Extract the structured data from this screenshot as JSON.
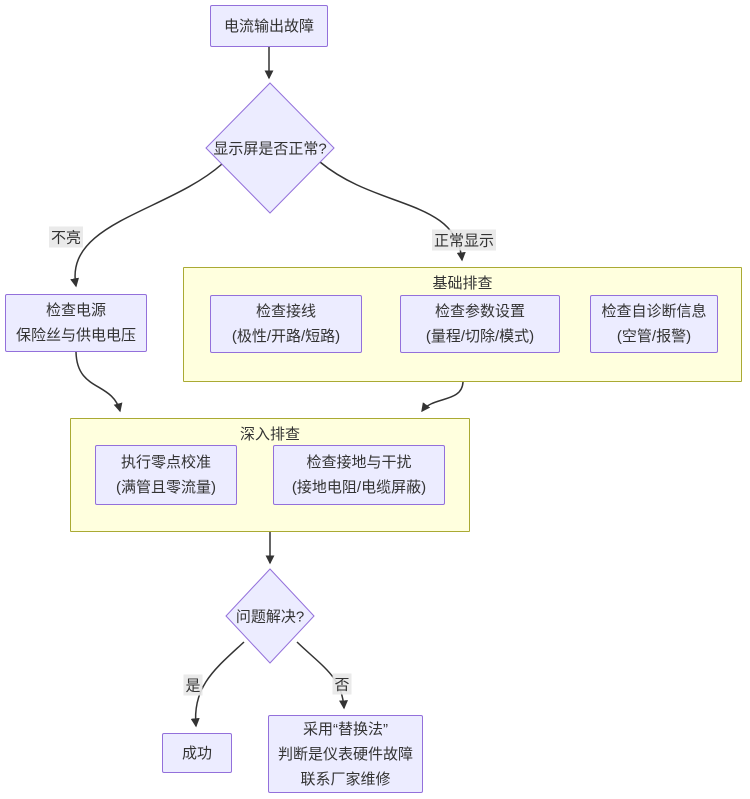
{
  "diagram": {
    "type": "flowchart",
    "title_concept": "电流输出故障排查流程",
    "colors": {
      "node_fill": "#ECECFF",
      "node_border": "#9370DB",
      "cluster_fill": "#FFFFDE",
      "cluster_border": "#AAAA33",
      "edge_color": "#333333",
      "edge_label_bg": "#E8E8E8",
      "text_color": "#333333",
      "background": "#FFFFFF"
    }
  },
  "nodes": {
    "start": {
      "lines": [
        "电流输出故障"
      ]
    },
    "decision_display": {
      "text": "显示屏是否正常?"
    },
    "power": {
      "lines": [
        "检查电源",
        "保险丝与供电电压"
      ]
    },
    "wiring": {
      "lines": [
        "检查接线",
        "(极性/开路/短路)"
      ]
    },
    "params": {
      "lines": [
        "检查参数设置",
        "(量程/切除/模式)"
      ]
    },
    "selfdiag": {
      "lines": [
        "检查自诊断信息",
        "(空管/报警)"
      ]
    },
    "zero_cal": {
      "lines": [
        "执行零点校准",
        "(满管且零流量)"
      ]
    },
    "grounding": {
      "lines": [
        "检查接地与干扰",
        "(接地电阻/电缆屏蔽)"
      ]
    },
    "decision_solved": {
      "text": "问题解决?"
    },
    "success": {
      "lines": [
        "成功"
      ]
    },
    "replace": {
      "lines": [
        "采用“替换法”",
        "判断是仪表硬件故障",
        "联系厂家维修"
      ]
    }
  },
  "clusters": {
    "basic": {
      "title": "基础排查"
    },
    "deep": {
      "title": "深入排查"
    }
  },
  "edge_labels": {
    "not_lit": "不亮",
    "normal_display": "正常显示",
    "yes": "是",
    "no": "否"
  }
}
